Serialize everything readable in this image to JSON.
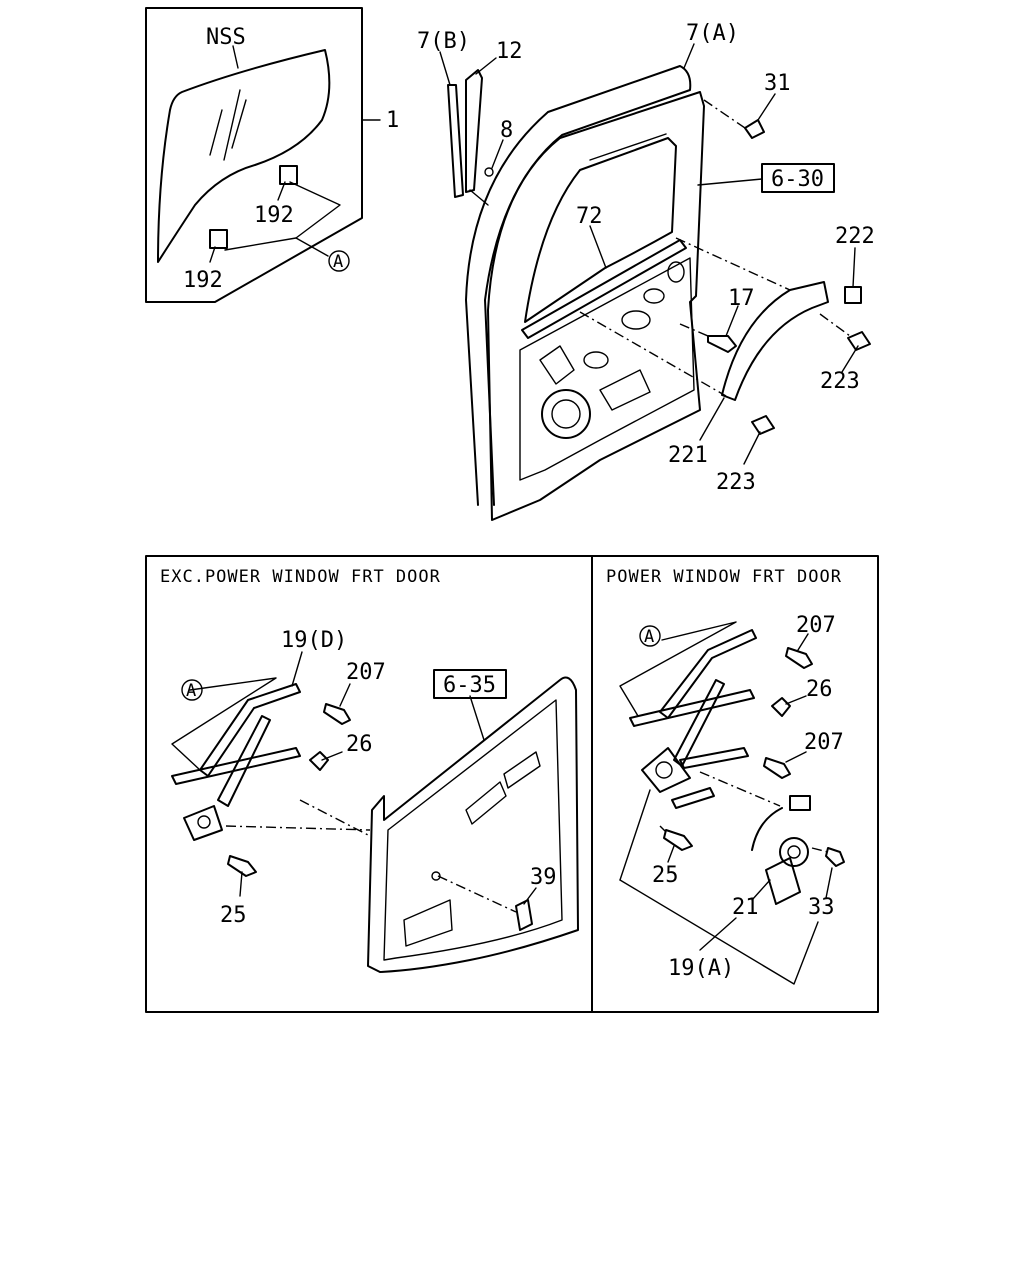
{
  "top_section": {
    "glass_group": {
      "label_nss": "NSS",
      "label_1": "1",
      "label_192_a": "192",
      "label_192_b": "192",
      "label_circle_a": "A"
    },
    "door_labels": {
      "l7b": "7(B)",
      "l12": "12",
      "l8": "8",
      "l7a": "7(A)",
      "l31": "31",
      "ref_6_30": "6-30",
      "l72": "72",
      "l17": "17",
      "l222": "222",
      "l223_a": "223",
      "l221": "221",
      "l223_b": "223"
    }
  },
  "left_panel": {
    "title": "EXC.POWER WINDOW FRT DOOR",
    "label_19d": "19(D)",
    "label_207": "207",
    "label_26": "26",
    "label_25": "25",
    "label_circle_a": "A",
    "ref_6_35": "6-35",
    "label_39": "39"
  },
  "right_panel": {
    "title": "POWER WINDOW FRT DOOR",
    "label_circle_a": "A",
    "label_207_a": "207",
    "label_26": "26",
    "label_207_b": "207",
    "label_25": "25",
    "label_21": "21",
    "label_33": "33",
    "label_19a": "19(A)"
  }
}
